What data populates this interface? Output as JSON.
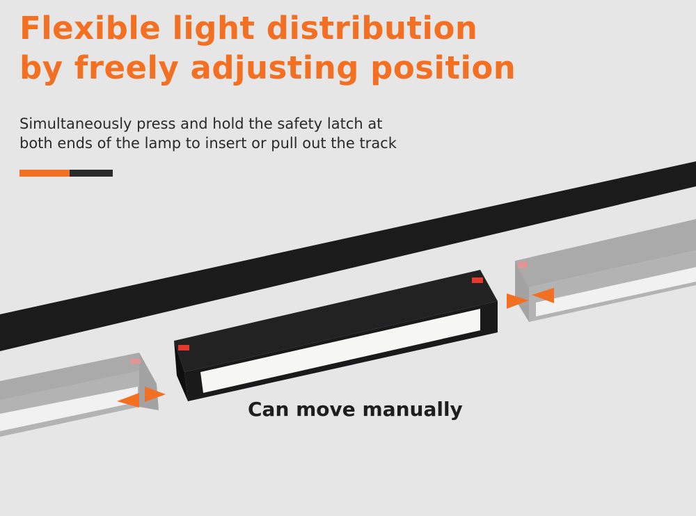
{
  "headline": {
    "line1": "Flexible light distribution",
    "line2": "by freely adjusting position"
  },
  "description": {
    "line1": "Simultaneously press and hold the safety latch at",
    "line2": "both ends of the lamp to insert or pull out the track"
  },
  "caption": "Can move manually",
  "colors": {
    "accent": "#f36f21",
    "dark": "#1a1a1a",
    "background": "#e6e6e6",
    "diffuser": "#f7f7f5"
  },
  "icons": [
    "arrow-left-icon",
    "arrow-right-icon"
  ]
}
